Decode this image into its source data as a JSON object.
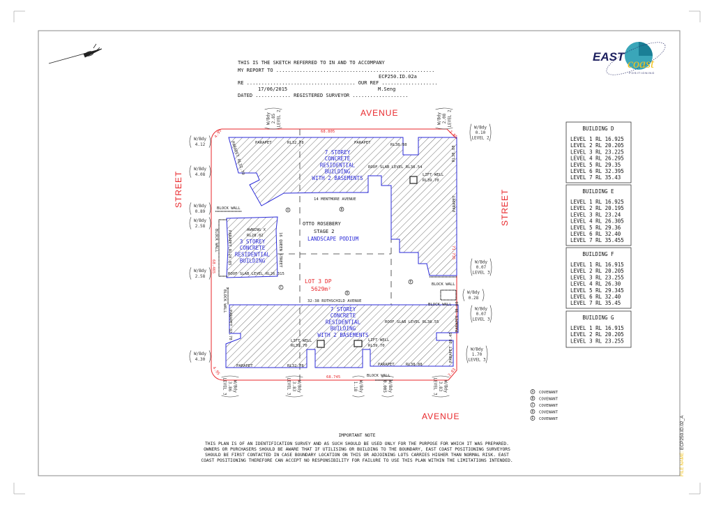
{
  "header": {
    "line1": "THIS IS THE SKETCH REFERRED TO IN AND TO ACCOMPANY",
    "line2": "MY REPORT TO ......................................................",
    "line3": "RE ..................................... OUR REF ...................",
    "line4": "DATED ............ REGISTERED SURVEYOR ...................",
    "our_ref": "ECP250.ID.02a",
    "date": "17/06/2015",
    "surveyor": "M.Seng"
  },
  "logo": {
    "east": "EAST",
    "coast": "coast",
    "positioning": "POSITIONING"
  },
  "streets": {
    "top": "AVENUE",
    "bottom": "AVENUE",
    "left": "STREET",
    "right": "STREET"
  },
  "buildings": [
    {
      "title": "BUILDING D",
      "levels": [
        "LEVEL 1 RL 16.925",
        "LEVEL 2 RL 20.205",
        "LEVEL 3 RL 23.225",
        "LEVEL 4 RL 26.295",
        "LEVEL 5 RL 29.35",
        "LEVEL 6 RL 32.395",
        "LEVEL 7 RL 35.43"
      ]
    },
    {
      "title": "BUILDING E",
      "levels": [
        "LEVEL 1 RL 16.925",
        "LEVEL 2 RL 20.195",
        "LEVEL 3 RL 23.24",
        "LEVEL 4 RL 26.305",
        "LEVEL 5 RL 29.36",
        "LEVEL 6 RL 32.40",
        "LEVEL 7 RL 35.455"
      ]
    },
    {
      "title": "BUILDING F",
      "levels": [
        "LEVEL 1 RL 16.915",
        "LEVEL 2 RL 20.205",
        "LEVEL 3 RL 23.255",
        "LEVEL 4 RL 26.30",
        "LEVEL 5 RL 29.345",
        "LEVEL 6 RL 32.40",
        "LEVEL 7 RL 35.45"
      ]
    },
    {
      "title": "BUILDING G",
      "levels": [
        "LEVEL 1 RL 16.915",
        "LEVEL 2 RL 20.205",
        "LEVEL 3 RL 23.255"
      ]
    }
  ],
  "plan": {
    "building_text_d": [
      "7 STOREY",
      "CONCRETE",
      "RESIDENTIAL",
      "BUILDING",
      "WITH 2 BASEMENTS"
    ],
    "building_text_fg": [
      "7 STOREY",
      "CONCRETE",
      "RESIDENTIAL",
      "BUILDING",
      "WITH 2 BASEMENTS"
    ],
    "building_text_e": [
      "3 STOREY",
      "CONCRETE",
      "RESIDENTIAL",
      "BUILDING"
    ],
    "labels": [
      "PARAPET",
      "RL32.78",
      "PARAPET",
      "RL38.88",
      "PARAPET RL32.79",
      "ROOF SLAB LEVEL RL38.54",
      "LIFT WELL",
      "RL39.70",
      "RL38.88",
      "PARAPET",
      "14 MENTMORE AVENUE",
      "OTTO ROSEBERY",
      "STAGE 2",
      "LANDSCAPE PODIUM",
      "AWNING X",
      "RL28.02",
      "PARAPET RL28.85",
      "16 QUEEN STREET",
      "ROOF SLAB LEVEL RL26.315",
      "BLOCK WALL",
      "BLOCK WALL",
      "BLOCK WALL",
      "LOT 3 DP",
      "5629m²",
      "32-38 ROTHSCHILD AVENUE",
      "BLOCK WALL",
      "BLOCK WALL",
      "PARAPET 32.78",
      "LIFT WELL",
      "RL39.70",
      "LIFT WELL",
      "RL39.70",
      "ROOF SLAB LEVEL RL38.55",
      "PARAPET 38.88",
      "PARAPET 38.45",
      "PARAPET",
      "RL32.78",
      "PARAPET",
      "RL38.88",
      "BLOCK WALL",
      "68.805",
      "68.745",
      "68.465",
      "71.735",
      "4.95",
      "2.85",
      "4.95",
      "2.83"
    ],
    "offsets": [
      [
        "W/Bdy",
        "2.85",
        "LEVEL 2"
      ],
      [
        "W/Bdy",
        "2.08",
        "LEVEL 2"
      ],
      [
        "W/Bdy",
        "0.10",
        "LEVEL 2"
      ],
      [
        "W/Bdy",
        "4.12"
      ],
      [
        "W/Bdy",
        "4.08"
      ],
      [
        "W/Bdy",
        "0.89"
      ],
      [
        "W/Bdy",
        "2.58"
      ],
      [
        "W/Bdy",
        "2.58"
      ],
      [
        "W/Bdy",
        "0.07",
        "LEVEL 3"
      ],
      [
        "W/Bdy",
        "0.28"
      ],
      [
        "W/Bdy",
        "0.07",
        "LEVEL 3"
      ],
      [
        "W/Bdy",
        "1.70",
        "LEVEL 3"
      ],
      [
        "W/Bdy",
        "4.30"
      ],
      [
        "W/Bdy",
        "3.86",
        "LEVEL 3"
      ],
      [
        "W/Bdy",
        "3.83",
        "LEVEL 3"
      ],
      [
        "W/Bdy",
        "1.18"
      ],
      [
        "W/Bdy",
        "0.005"
      ],
      [
        "W/Bdy",
        "3.83",
        "LEVEL 3"
      ]
    ],
    "covenant_marks": [
      "A",
      "B",
      "C",
      "D",
      "E"
    ]
  },
  "legend": [
    {
      "symbol": "A",
      "label": "COVENANT"
    },
    {
      "symbol": "B",
      "label": "COVENANT"
    },
    {
      "symbol": "C",
      "label": "COVENANT"
    },
    {
      "symbol": "D",
      "label": "COVENANT"
    },
    {
      "symbol": "E",
      "label": "COVENANT"
    }
  ],
  "note": {
    "title": "IMPORTANT NOTE",
    "lines": [
      "THIS PLAN IS OF AN IDENTIFICATION SURVEY AND AS SUCH SHOULD BE USED ONLY FOR THE PURPOSE FOR WHICH IT WAS PREPARED.",
      "OWNERS OR PURCHASERS SHOULD BE AWARE THAT IF UTILISING OR BUILDING TO THE BOUNDARY, EAST COAST POSITIONING SURVEYORS",
      "SHOULD BE FIRST CONTACTED IN CASE BOUNDARY LOCATION ON THIS OR ADJOINING LOTS CARRIES HIGHER THAN NORMAL RISK. EAST",
      "COAST POSITIONING THEREFORE CAN ACCEPT NO RESPONSIBILITY FOR FAILURE TO USE THIS PLAN WITHIN THE LIMITATIONS INTENDED."
    ]
  },
  "file": {
    "label": "FILE NAME:",
    "name": "ECP250.ID.02_A"
  },
  "colors": {
    "boundary": "#e8262a",
    "building": "#2a2ad8",
    "logo_navy": "#1c1f5e",
    "logo_teal": "#3aa6b9",
    "logo_yellow": "#f2c21b"
  }
}
